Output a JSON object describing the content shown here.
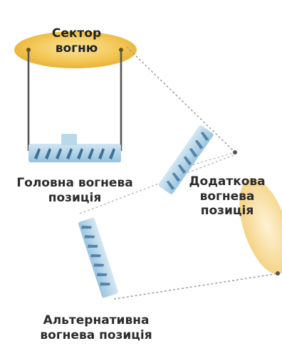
{
  "colors": {
    "sector_fill": "#f2c24d",
    "sector_edge": "#e2ad2e",
    "unit_fill": "#a9cfe6",
    "unit_dark": "#3f6f93",
    "line_dark": "#555555",
    "line_light": "#9a9a9a",
    "text": "#2b2b2b"
  },
  "sector_of_fire": {
    "lines": [
      "Сектор",
      "вогню"
    ],
    "icon": "ellipse-sector"
  },
  "main_position": {
    "lines": [
      "Головна вогнева",
      "позиція"
    ],
    "icon": "soldiers-unit"
  },
  "auxiliary_position": {
    "lines": [
      "Додаткова",
      "вогнева",
      "позиція"
    ],
    "icon": "soldiers-unit"
  },
  "alternative_position": {
    "lines": [
      "Альтернативна",
      "вогнева позиція"
    ],
    "icon": "soldiers-unit"
  }
}
